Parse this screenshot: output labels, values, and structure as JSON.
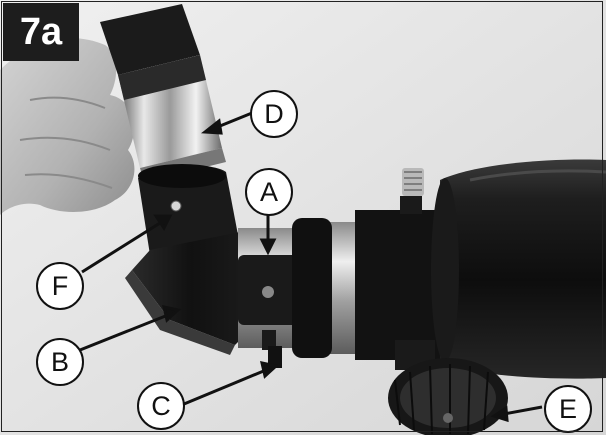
{
  "figure": {
    "tag": "7a"
  },
  "callouts": {
    "A": "A",
    "B": "B",
    "C": "C",
    "D": "D",
    "E": "E",
    "F": "F"
  },
  "colors": {
    "background": "#e6e6e6",
    "body_black": "#141414",
    "chrome": "#c9c9c9",
    "skin": "#bdbdbd",
    "label_bg": "#1d1d1d"
  }
}
